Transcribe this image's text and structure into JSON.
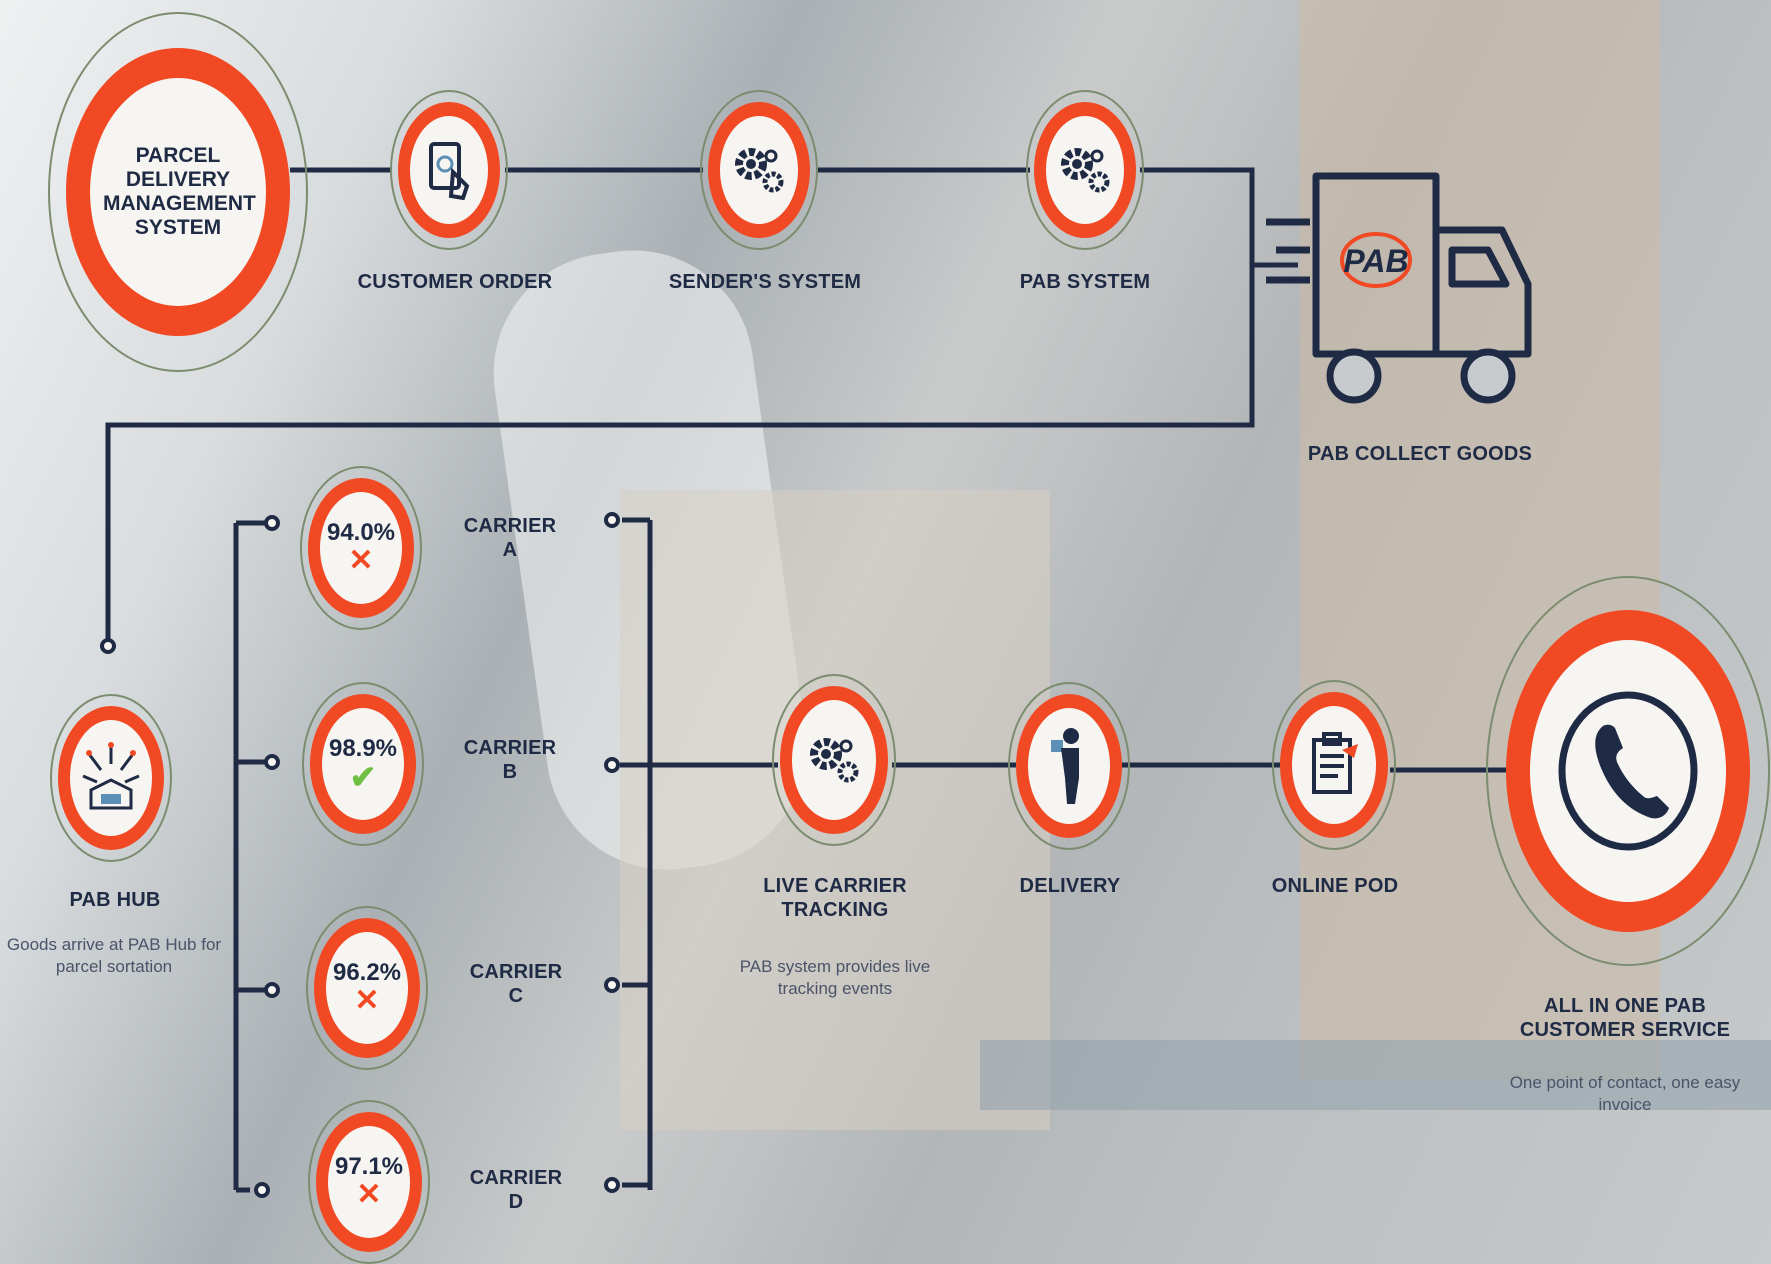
{
  "title_node": {
    "text": "PARCEL DELIVERY MANAGEMENT SYSTEM"
  },
  "steps": {
    "customer_order": "CUSTOMER ORDER",
    "senders_system": "SENDER'S SYSTEM",
    "pab_system": "PAB SYSTEM",
    "pab_collect": "PAB COLLECT GOODS",
    "pab_hub": "PAB HUB",
    "pab_hub_desc": "Goods arrive at PAB Hub for parcel sortation",
    "live_tracking": "LIVE CARRIER TRACKING",
    "live_tracking_desc": "PAB system provides live tracking events",
    "delivery": "DELIVERY",
    "online_pod": "ONLINE POD",
    "customer_service": "ALL IN ONE PAB CUSTOMER SERVICE",
    "customer_service_desc": "One point of contact, one easy invoice"
  },
  "truck_logo": "PAB",
  "carriers": [
    {
      "name_line1": "CARRIER",
      "name_line2": "A",
      "score": "94.0%",
      "status": "rejected"
    },
    {
      "name_line1": "CARRIER",
      "name_line2": "B",
      "score": "98.9%",
      "status": "selected"
    },
    {
      "name_line1": "CARRIER",
      "name_line2": "C",
      "score": "96.2%",
      "status": "rejected"
    },
    {
      "name_line1": "CARRIER",
      "name_line2": "D",
      "score": "97.1%",
      "status": "rejected"
    }
  ],
  "marks": {
    "rejected": "✕",
    "selected": "✔"
  },
  "colors": {
    "accent": "#f04923",
    "navy": "#1f2a44",
    "check": "#6fbf44"
  },
  "icons": {
    "customer_order": "tablet-hand-icon",
    "senders_system": "gears-icon",
    "pab_system": "gears-icon",
    "pab_collect": "delivery-truck-icon",
    "pab_hub": "hub-sorting-icon",
    "live_tracking": "gears-icon",
    "delivery": "courier-person-icon",
    "online_pod": "clipboard-document-icon",
    "customer_service": "phone-icon"
  }
}
